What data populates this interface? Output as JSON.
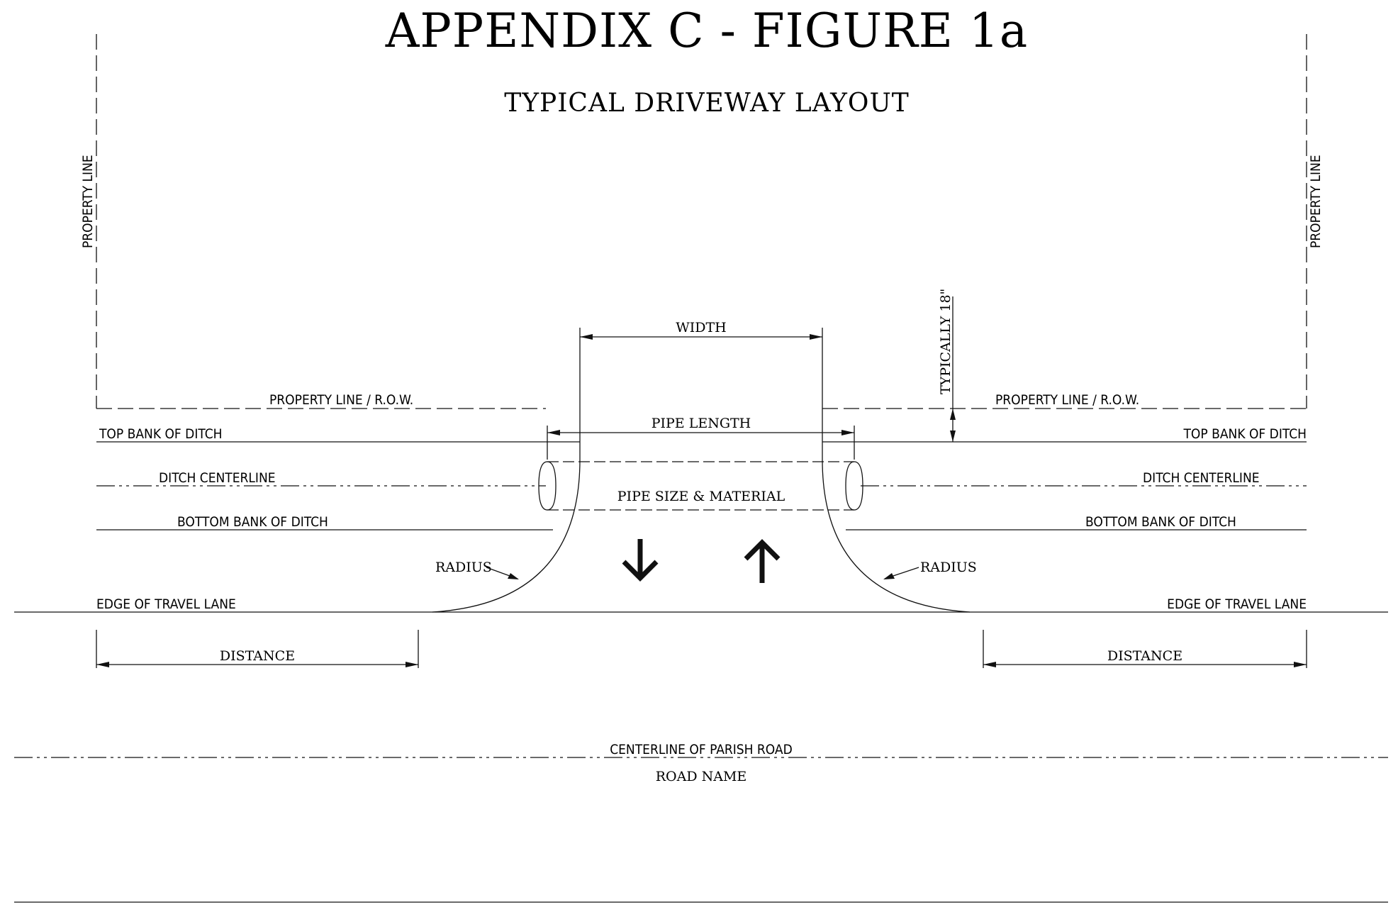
{
  "header": {
    "title": "APPENDIX C - FIGURE 1a",
    "subtitle": "TYPICAL  DRIVEWAY LAYOUT"
  },
  "labels": {
    "property_line_left": "PROPERTY LINE",
    "property_line_right": "PROPERTY LINE",
    "property_line_row_left": "PROPERTY LINE / R.O.W.",
    "property_line_row_right": "PROPERTY LINE / R.O.W.",
    "top_bank_left": "TOP BANK OF DITCH",
    "top_bank_right": "TOP BANK OF DITCH",
    "ditch_centerline_left": "DITCH CENTERLINE",
    "ditch_centerline_right": "DITCH CENTERLINE",
    "bottom_bank_left": "BOTTOM BANK OF DITCH",
    "bottom_bank_right": "BOTTOM BANK OF DITCH",
    "edge_travel_left": "EDGE OF TRAVEL LANE",
    "edge_travel_right": "EDGE OF TRAVEL LANE",
    "width": "WIDTH",
    "typically": "TYPICALLY 18\"",
    "pipe_length": "PIPE LENGTH",
    "pipe_size": "PIPE SIZE & MATERIAL",
    "radius_left": "RADIUS",
    "radius_right": "RADIUS",
    "distance_left": "DISTANCE",
    "distance_right": "DISTANCE",
    "centerline_road": "CENTERLINE OF PARISH ROAD",
    "road_name": "ROAD NAME"
  }
}
